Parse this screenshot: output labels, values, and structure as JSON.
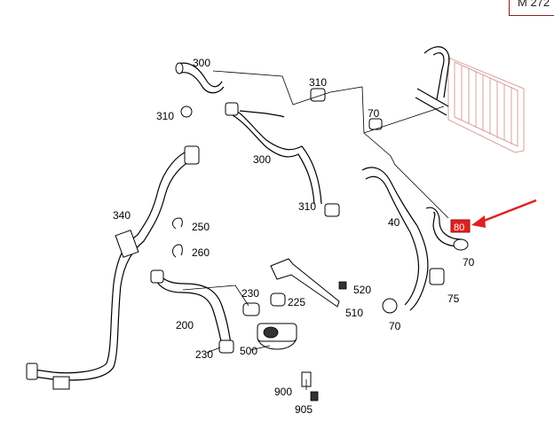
{
  "model_code": "M 272",
  "labels": {
    "l300a": "300",
    "l310a": "310",
    "l310b": "310",
    "l300b": "300",
    "l70a": "70",
    "l310c": "310",
    "l340": "340",
    "l250": "250",
    "l260": "260",
    "l40": "40",
    "l80": "80",
    "l70b": "70",
    "l520": "520",
    "l230a": "230",
    "l225": "225",
    "l75": "75",
    "l510": "510",
    "l200": "200",
    "l70c": "70",
    "l230b": "230",
    "l500": "500",
    "l900": "900",
    "l905": "905"
  },
  "highlight": {
    "part": "80",
    "color": "#e02020"
  }
}
